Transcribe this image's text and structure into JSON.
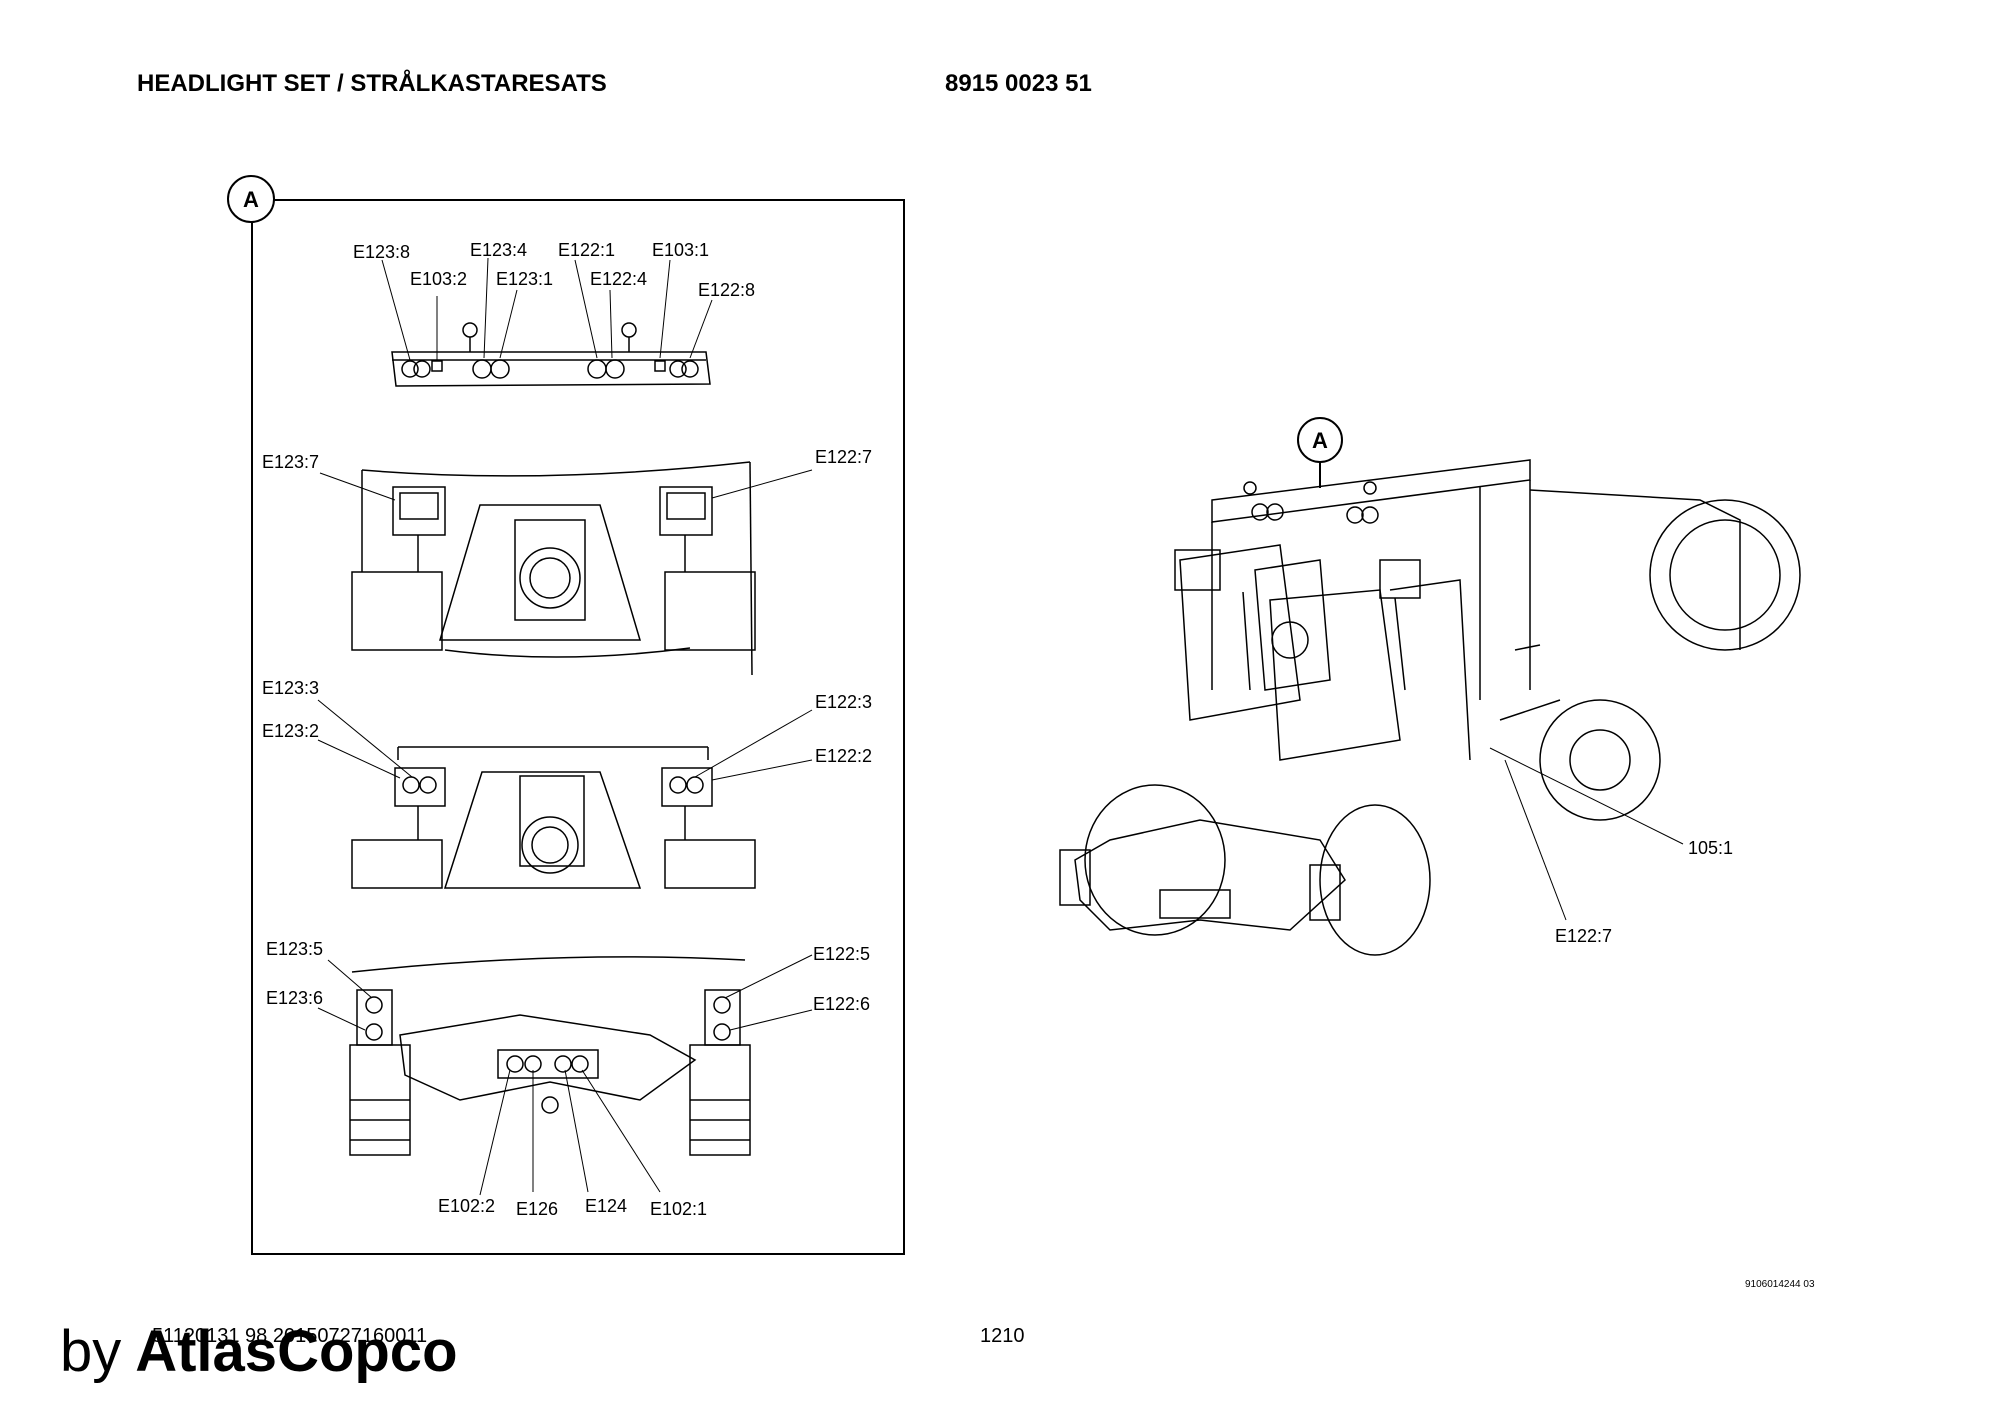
{
  "header": {
    "title": "HEADLIGHT SET / STRÅLKASTARESATS",
    "part_number": "8915 0023 51"
  },
  "detail_view": {
    "marker": "A",
    "roof_labels": [
      "E123:8",
      "E103:2",
      "E123:4",
      "E123:1",
      "E122:1",
      "E122:4",
      "E103:1",
      "E122:8"
    ],
    "rear_upper_labels": [
      "E123:7",
      "E122:7"
    ],
    "rear_mid_labels": [
      "E123:3",
      "E123:2",
      "E122:3",
      "E122:2"
    ],
    "front_labels": [
      "E123:5",
      "E123:6",
      "E122:5",
      "E122:6",
      "E102:2",
      "E126",
      "E124",
      "E102:1"
    ]
  },
  "overview": {
    "marker": "A",
    "labels": [
      "105:1",
      "E122:7"
    ]
  },
  "image_ref": "9106014244 03",
  "footer": {
    "doc_id": "51120131 98 20150727160011",
    "page": "1210",
    "brand_prefix": "by",
    "brand_name": "AtlasCopco"
  }
}
